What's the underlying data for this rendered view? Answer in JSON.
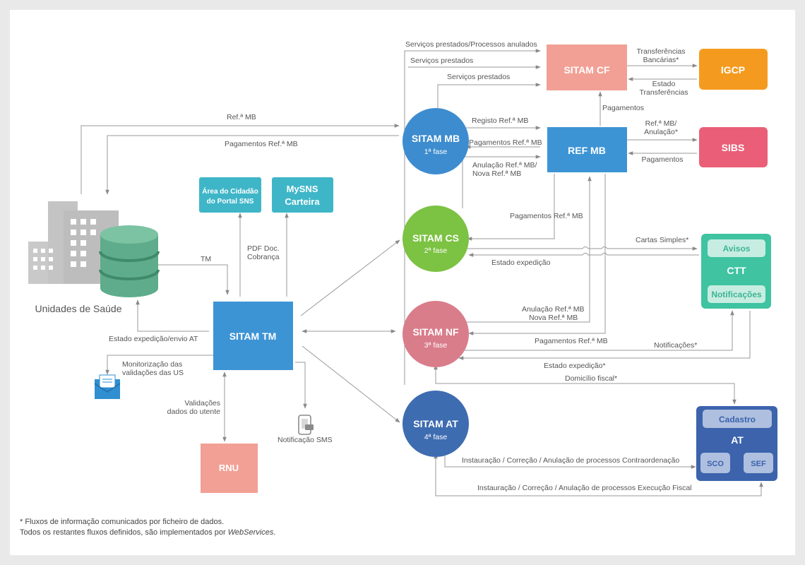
{
  "nodes": {
    "unidades_saude": "Unidades de Saúde",
    "sitam_tm": "SITAM TM",
    "area_cidadao_line1": "Área do Cidadão",
    "area_cidadao_line2": "do Portal SNS",
    "mysns_line1": "MySNS",
    "mysns_line2": "Carteira",
    "rnu": "RNU",
    "sitam_mb": "SITAM MB",
    "sitam_mb_phase": "1ª fase",
    "sitam_cs": "SITAM CS",
    "sitam_cs_phase": "2ª fase",
    "sitam_nf": "SITAM NF",
    "sitam_nf_phase": "3ª fase",
    "sitam_at": "SITAM AT",
    "sitam_at_phase": "4ª fase",
    "sitam_cf": "SITAM CF",
    "ref_mb": "REF MB",
    "igcp": "IGCP",
    "sibs": "SIBS",
    "ctt": "CTT",
    "ctt_avisos": "Avisos",
    "ctt_notificacoes": "Notificações",
    "at": "AT",
    "at_cadastro": "Cadastro",
    "at_sco": "SCO",
    "at_sef": "SEF"
  },
  "flows": {
    "servicos_prestados_anulados": "Serviços prestados/Processos anulados",
    "servicos_prestados_1": "Serviços prestados",
    "servicos_prestados_2": "Serviços prestados",
    "transferencias_l1": "Transferências",
    "transferencias_l2": "Bancárias*",
    "estado_transf_l1": "Estado",
    "estado_transf_l2": "Transferências",
    "pagamentos_cf": "Pagamentos",
    "ref_mb_left": "Ref.ª MB",
    "pagamentos_ref_mb_left": "Pagamentos Ref.ª MB",
    "registo_ref_mb": "Registo Ref.ª MB",
    "pagamentos_ref_mb_1": "Pagamentos Ref.ª MB",
    "anulacao_l1": "Anulação Ref.ª MB/",
    "anulacao_l2": "Nova Ref.ª MB",
    "ref_mb_anulacao_l1": "Ref.ª MB/",
    "ref_mb_anulacao_l2": "Anulação*",
    "pagamentos_sibs": "Pagamentos",
    "pagamentos_ref_mb_cs": "Pagamentos Ref.ª MB",
    "cartas_simples": "Cartas Simples*",
    "estado_expedicao": "Estado expedição",
    "anulacao_nf_l1": "Anulação Ref.ª MB",
    "anulacao_nf_l2": "Nova Ref.ª MB",
    "pagamentos_ref_mb_nf": "Pagamentos Ref.ª MB",
    "notificacoes": "Notificações*",
    "estado_expedicao_nf": "Estado expedição*",
    "domicilio_fiscal": "Domicílio fiscal*",
    "tm": "TM",
    "pdf_l1": "PDF Doc.",
    "pdf_l2": "Cobrança",
    "estado_expedicao_envio": "Estado expedição/envio AT",
    "monitorizacao_l1": "Monitorização das",
    "monitorizacao_l2": "validações das US",
    "validacoes_l1": "Validações",
    "validacoes_l2": "dados do utente",
    "notificacao_sms": "Notificação SMS",
    "contraordenacao": "Instauração / Correção / Anulação de processos Contraordenação",
    "execucao_fiscal": "Instauração / Correção / Anulação de processos Execução Fiscal"
  },
  "footnote": {
    "line1": "* Fluxos de informação comunicados por ficheiro de dados.",
    "line2_prefix": "Todos os restantes fluxos definidos, são implementados por ",
    "line2_italic": "WebServices",
    "line2_suffix": "."
  },
  "colors": {
    "teal": "#3db5c9",
    "blue_box": "#3b8fd3",
    "salmon": "#f0a094",
    "orange": "#f49c1f",
    "pink": "#ea5f78",
    "mb_circle": "#3d8ccf",
    "cs_circle": "#7cc242",
    "nf_circle": "#d97e8c",
    "at_circle": "#3f6cb0",
    "ctt_border": "#3fc3a0",
    "at_box": "#3c63ac",
    "db_green": "#5fad8c",
    "building": "#c8c8c8"
  },
  "icons": {
    "buildings": "buildings-icon",
    "database": "database-icon",
    "envelope": "envelope-icon",
    "phone": "mobile-phone-icon"
  }
}
